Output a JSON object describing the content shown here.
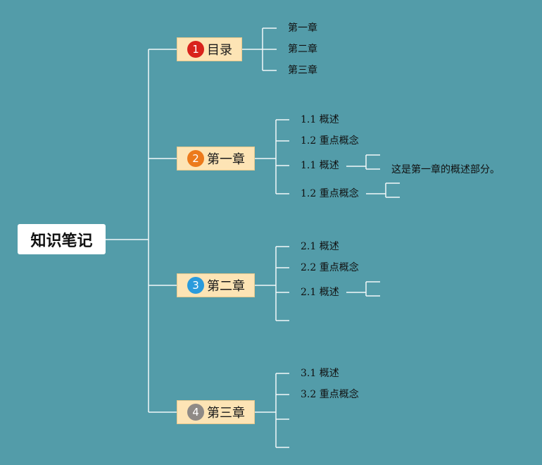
{
  "root": {
    "label": "知识笔记"
  },
  "branches": [
    {
      "number": "1",
      "label": "目录",
      "badge_color": "#d9231c",
      "children": [
        "第一章",
        "第二章",
        "第三章"
      ]
    },
    {
      "number": "2",
      "label": "第一章",
      "badge_color": "#ec7a1c",
      "children": [
        "1.1 概述",
        "1.2 重点概念",
        "1.1 概述",
        "1.2 重点概念"
      ],
      "note": "这是第一章的概述部分。"
    },
    {
      "number": "3",
      "label": "第二章",
      "badge_color": "#2a9bdc",
      "children": [
        "2.1 概述",
        "2.2 重点概念",
        "2.1 概述"
      ]
    },
    {
      "number": "4",
      "label": "第三章",
      "badge_color": "#8f8a86",
      "children": [
        "3.1 概述",
        "3.2 重点概念"
      ]
    }
  ],
  "colors": {
    "background": "#539ca9",
    "line": "#ffffff",
    "branch_fill": "#fde4b5"
  }
}
